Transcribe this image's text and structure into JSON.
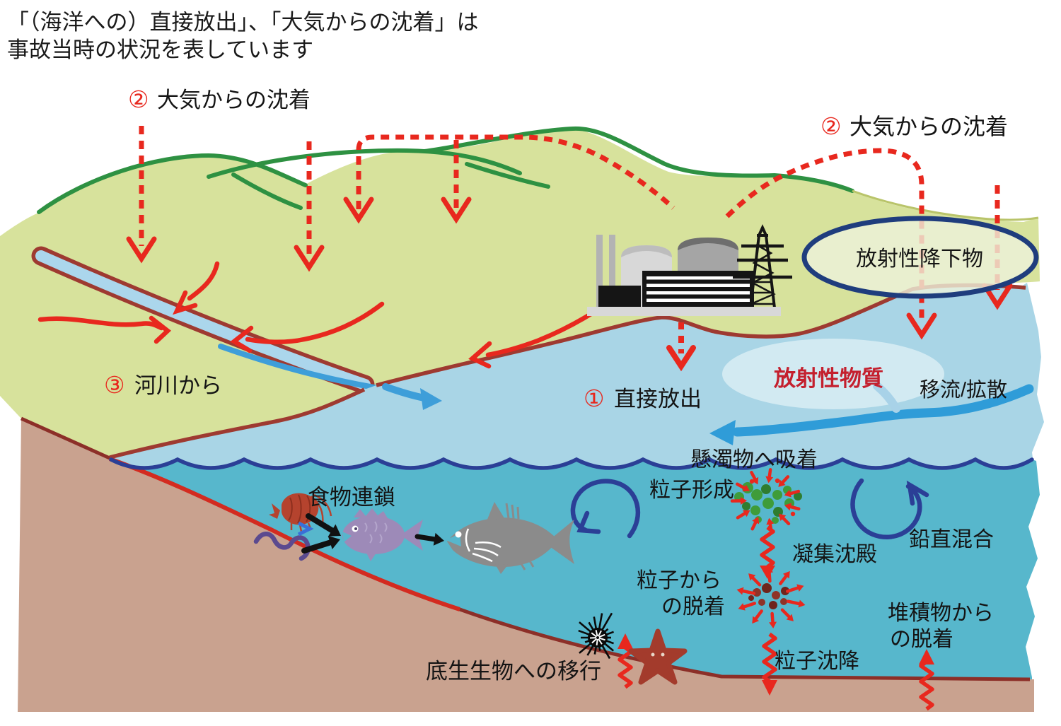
{
  "note": {
    "line1": "「（海洋への）直接放出」、「大気からの沈着」は",
    "line2": "事故当時の状況を表しています"
  },
  "labels": {
    "atm_num": "②",
    "atm_dep": "大気からの沈着",
    "direct_num": "①",
    "direct": "直接放出",
    "river_num": "③",
    "river": "河川から",
    "fallout": "放射性降下物",
    "material": "放射性物質",
    "advection": "移流/拡散",
    "adsorption": "懸濁物へ吸着",
    "formation": "粒子形成",
    "aggregation": "凝集沈殿",
    "particle_desorb1": "粒子から",
    "particle_desorb2": "の脱着",
    "mixing": "鉛直混合",
    "settling": "粒子沈降",
    "sediment_desorb1": "堆積物から",
    "sediment_desorb2": "の脱着",
    "benthic": "底生生物への移行",
    "food_chain": "食物連鎖"
  },
  "colors": {
    "land": "#d7e29c",
    "sea_light": "#a9d5e6",
    "sea_deep": "#57b7cc",
    "sediment": "#c9a28f",
    "coast_dark": "#9e3a31",
    "slope_red": "#d32b20",
    "ridge_green": "#2e9142",
    "wave_blue": "#2b3f96",
    "arrow_red": "#e8281e",
    "flow_blue": "#3e9ed9",
    "eddy_blue": "#2b3f96",
    "ellipse_stroke": "#1f3d7d",
    "ellipse_fill": "#eef3dc",
    "plume_fill": "#d6ebf3",
    "material_text": "#c4202e",
    "particle_green": "#3f9c3a",
    "particle_brown": "#8f3328",
    "plant_dark": "#151515",
    "plant_gray": "#d8d8d8"
  }
}
